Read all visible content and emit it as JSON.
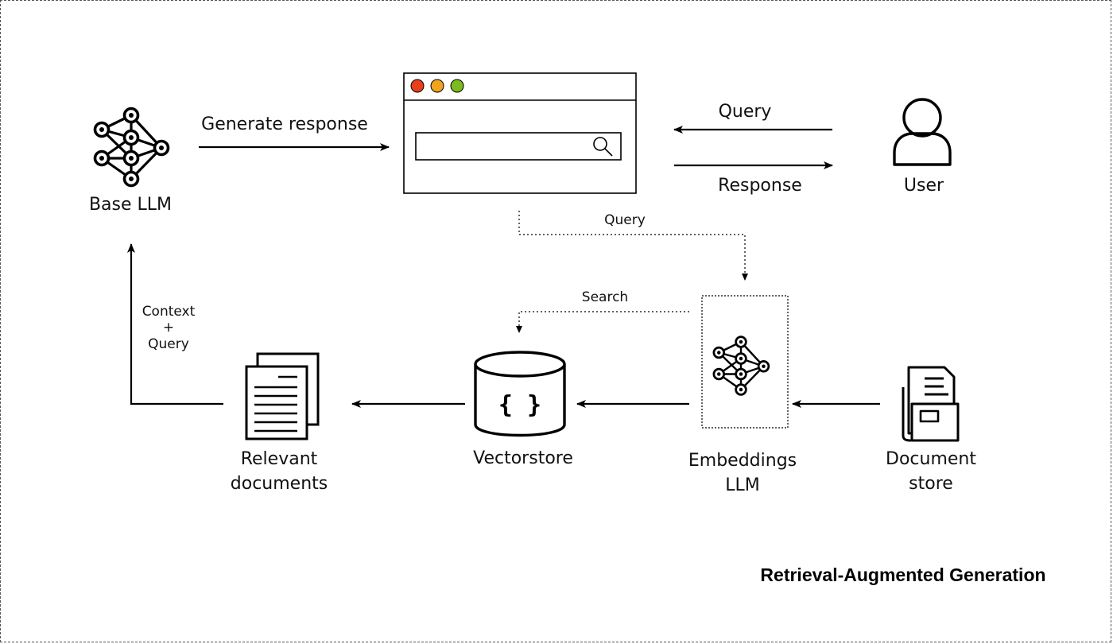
{
  "title": "Retrieval-Augmented Generation",
  "nodes": {
    "base_llm": "Base LLM",
    "user": "User",
    "relevant_documents": [
      "Relevant",
      "documents"
    ],
    "vectorstore": "Vectorstore",
    "vectorstore_symbol": "{ }",
    "embeddings_llm": [
      "Embeddings",
      "LLM"
    ],
    "document_store": [
      "Document",
      "store"
    ]
  },
  "edges": {
    "generate_response": "Generate response",
    "query_top": "Query",
    "response": "Response",
    "query_dotted": "Query",
    "search": "Search",
    "context_query": [
      "Context",
      "+",
      "Query"
    ]
  },
  "window_buttons": [
    "#e8401c",
    "#f2a51c",
    "#7cbb1e"
  ]
}
